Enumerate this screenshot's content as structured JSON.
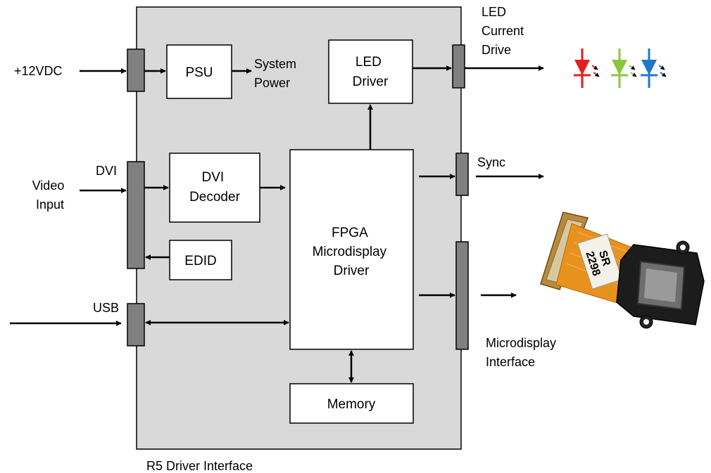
{
  "board": {
    "title": "R5 Driver Interface"
  },
  "blocks": {
    "psu": "PSU",
    "led_driver": [
      "LED",
      "Driver"
    ],
    "dvi_decoder": [
      "DVI",
      "Decoder"
    ],
    "edid": "EDID",
    "fpga": [
      "FPGA",
      "Microdisplay",
      "Driver"
    ],
    "memory": "Memory"
  },
  "inputs": {
    "power": "+12VDC",
    "video": [
      "Video",
      "Input"
    ],
    "dvi": "DVI",
    "usb": "USB"
  },
  "outputs": {
    "system_power": [
      "System",
      "Power"
    ],
    "led_current": [
      "LED",
      "Current",
      "Drive"
    ],
    "sync": "Sync",
    "microdisplay": [
      "Microdisplay",
      "Interface"
    ]
  },
  "microdisplay_photo": {
    "label": [
      "SR",
      "2298"
    ]
  },
  "colors": {
    "board_fill": "#d9d9d9",
    "connector_fill": "#808080",
    "led_red": "#e02020",
    "led_green": "#8cc63f",
    "led_blue": "#1f78c8",
    "flex_cable": "#e8921e"
  }
}
